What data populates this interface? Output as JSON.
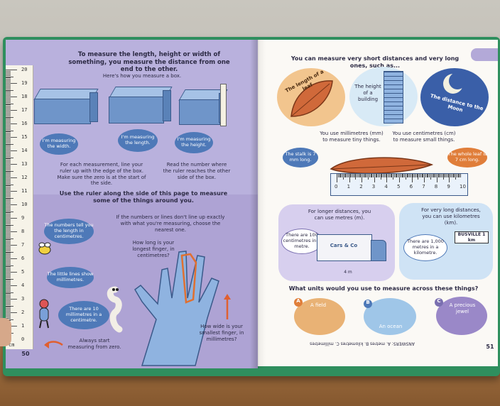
{
  "left_page": {
    "heading": "To measure the length, height or width of something, you measure the distance from one end to the other.",
    "subheading": "Here's how you measure a box.",
    "bubble_width": "I'm measuring the width.",
    "bubble_length": "I'm measuring the length.",
    "bubble_height": "I'm measuring the height.",
    "instruction_1": "For each measurement, line your ruler up with the edge of the box. Make sure the zero is at the start of the side.",
    "instruction_2": "Read the number where the ruler reaches the other side of the box.",
    "section_heading": "Use the ruler along the side of this page to measure some of the things around you.",
    "nearest_tip": "If the numbers or lines don't line up exactly with what you're measuring, choose the nearest one.",
    "bubble_numbers": "The numbers tell you the length in centimetres.",
    "finger_question": "How long is your longest finger, in centimetres?",
    "bubble_lines": "The little lines show millimetres.",
    "bubble_ten": "There are 10 millimetres in a centimetre.",
    "zero_tip": "Always start measuring from zero.",
    "small_finger_question": "How wide is your smallest finger, in millimetres?",
    "page_number": "50",
    "ruler_numbers": [
      "20",
      "19",
      "18",
      "17",
      "16",
      "15",
      "14",
      "13",
      "12",
      "11",
      "10",
      "9",
      "8",
      "7",
      "6",
      "5",
      "4",
      "3",
      "2",
      "1",
      "0"
    ],
    "ruler_unit": "cm"
  },
  "right_page": {
    "heading": "You can measure very short distances and very long ones, such as...",
    "circle_leaf": "The length of a leaf",
    "circle_building": "The height of a building",
    "circle_moon": "The distance to the Moon",
    "mm_text": "You use millimetres (mm) to measure tiny things.",
    "cm_text": "You use centimetres (cm) to measure small things.",
    "bubble_stalk": "The stalk is 7 mm long.",
    "bubble_leaf": "The whole leaf is 7 cm long.",
    "ruler_numbers": [
      "0",
      "1",
      "2",
      "3",
      "4",
      "5",
      "6",
      "7",
      "8",
      "9",
      "10"
    ],
    "metres_text": "For longer distances, you can use metres (m).",
    "bubble_metres": "There are 100 centimetres in a metre.",
    "truck_label": "Cars & Co",
    "truck_length": "4 m",
    "km_text": "For very long distances, you can use kilometres (km).",
    "bubble_km": "There are 1,000 metres in a kilometre.",
    "sign_text": "BUSVILLE 1 km",
    "question": "What units would you use to measure across these things?",
    "option_a_letter": "A",
    "option_a": "A field",
    "option_b_letter": "B",
    "option_b": "An ocean",
    "option_c_letter": "C",
    "option_c": "A precious jewel",
    "answers": "ANSWERS: A. metres B. kilometres C. millimetres",
    "page_number": "51"
  },
  "colors": {
    "left_page_bg": "#b3a9d8",
    "right_page_bg": "#fbf9f5",
    "bubble_blue": "#4e79b8",
    "leaf_orange": "#d0693a",
    "cover_green": "#2f8f5e"
  }
}
